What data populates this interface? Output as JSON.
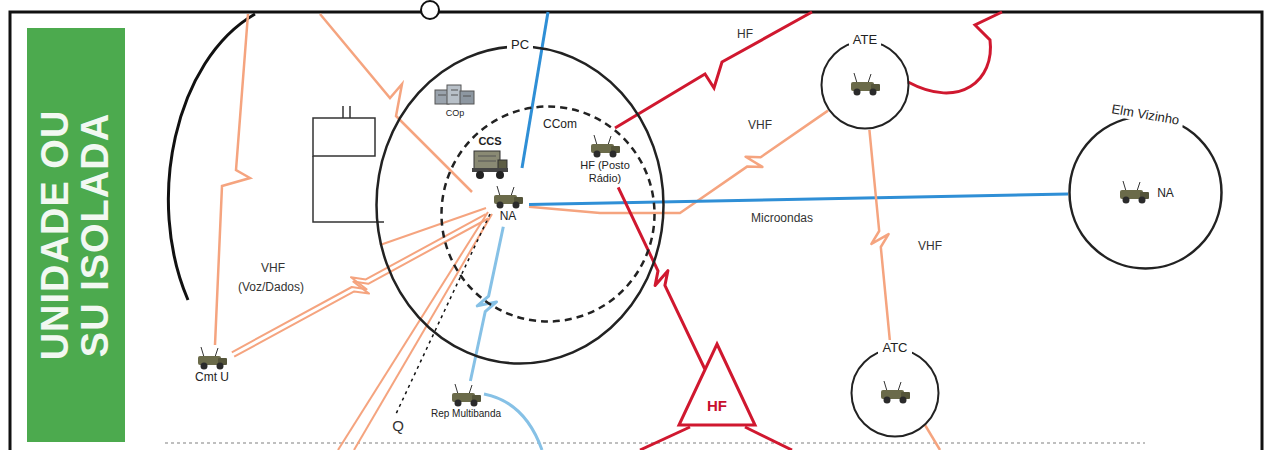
{
  "diagram": {
    "nodes": [
      {
        "text": [
          "UNIDADE OU SU ISOLADA"
        ]
      },
      {
        "text": [
          "PC"
        ]
      },
      {
        "text": [
          "COp"
        ],
        "in": 1
      },
      {
        "text": [
          "CCom"
        ],
        "in": 1
      },
      {
        "text": [
          "CCS"
        ],
        "in": 3
      },
      {
        "text": [
          "HF (Posto Rádio)"
        ],
        "in": 3
      },
      {
        "text": [
          "NA"
        ],
        "in": 3
      },
      {
        "text": [
          "ATE"
        ]
      },
      {
        "text": [
          "Elm Vizinho",
          "NA"
        ]
      },
      {
        "text": [
          "Cmt U"
        ]
      },
      {
        "text": [
          "HF"
        ]
      },
      {
        "text": [
          "Rep Multibanda"
        ]
      },
      {
        "text": [
          "ATC"
        ]
      }
    ],
    "edges": [
      {
        "from": 6,
        "to": 7,
        "label": "VHF",
        "arrow": "none"
      },
      {
        "from": 6,
        "to": 8,
        "label": "Microondas",
        "arrow": "none"
      },
      {
        "from": 7,
        "to": 12,
        "label": "VHF",
        "arrow": "none"
      },
      {
        "from": 5,
        "to": 10,
        "arrow": "none"
      },
      {
        "from": 9,
        "to": 6,
        "label": "VHF (Voz/Dados)",
        "arrow": "none"
      },
      {
        "from": 6,
        "to": 11,
        "arrow": "none"
      }
    ],
    "labels": [
      "HF",
      "Q"
    ]
  }
}
